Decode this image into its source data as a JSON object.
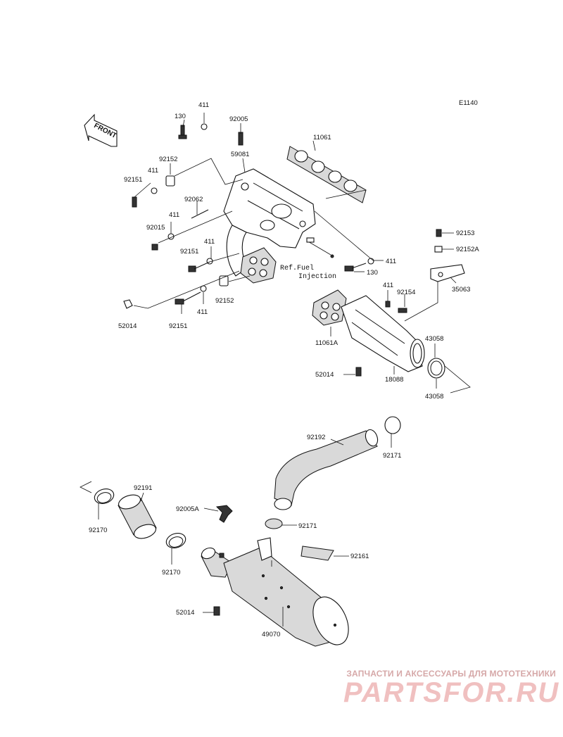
{
  "diagram_code": "E1140",
  "front_label": "FRONT",
  "ref_note": [
    "Ref.Fuel",
    "Injection"
  ],
  "labels": {
    "l130a": "130",
    "l411a": "411",
    "l92005": "92005",
    "l11061": "11061",
    "l59081": "59081",
    "l92152a": "92152",
    "l411b": "411",
    "l92151a": "92151",
    "l92062": "92062",
    "l411c": "411",
    "l92015": "92015",
    "l411d": "411",
    "l92151b": "92151",
    "l92153": "92153",
    "l92152A": "92152A",
    "l411e": "411",
    "l130b": "130",
    "l35063": "35063",
    "l411f": "411",
    "l92154": "92154",
    "l92152b": "92152",
    "l411g": "411",
    "l52014a": "52014",
    "l92151c": "92151",
    "l11061A": "11061A",
    "l43058a": "43058",
    "l52014b": "52014",
    "l18088": "18088",
    "l43058b": "43058",
    "l92192": "92192",
    "l92171a": "92171",
    "l92191": "92191",
    "l92005A": "92005A",
    "l92171b": "92171",
    "l92170a": "92170",
    "l92170b": "92170",
    "l92161": "92161",
    "l52014c": "52014",
    "l49070": "49070"
  },
  "watermark": {
    "tagline": "ЗАПЧАСТИ И АКСЕССУАРЫ ДЛЯ МОТОТЕХНИКИ",
    "logo": "PARTSFOR.RU"
  }
}
